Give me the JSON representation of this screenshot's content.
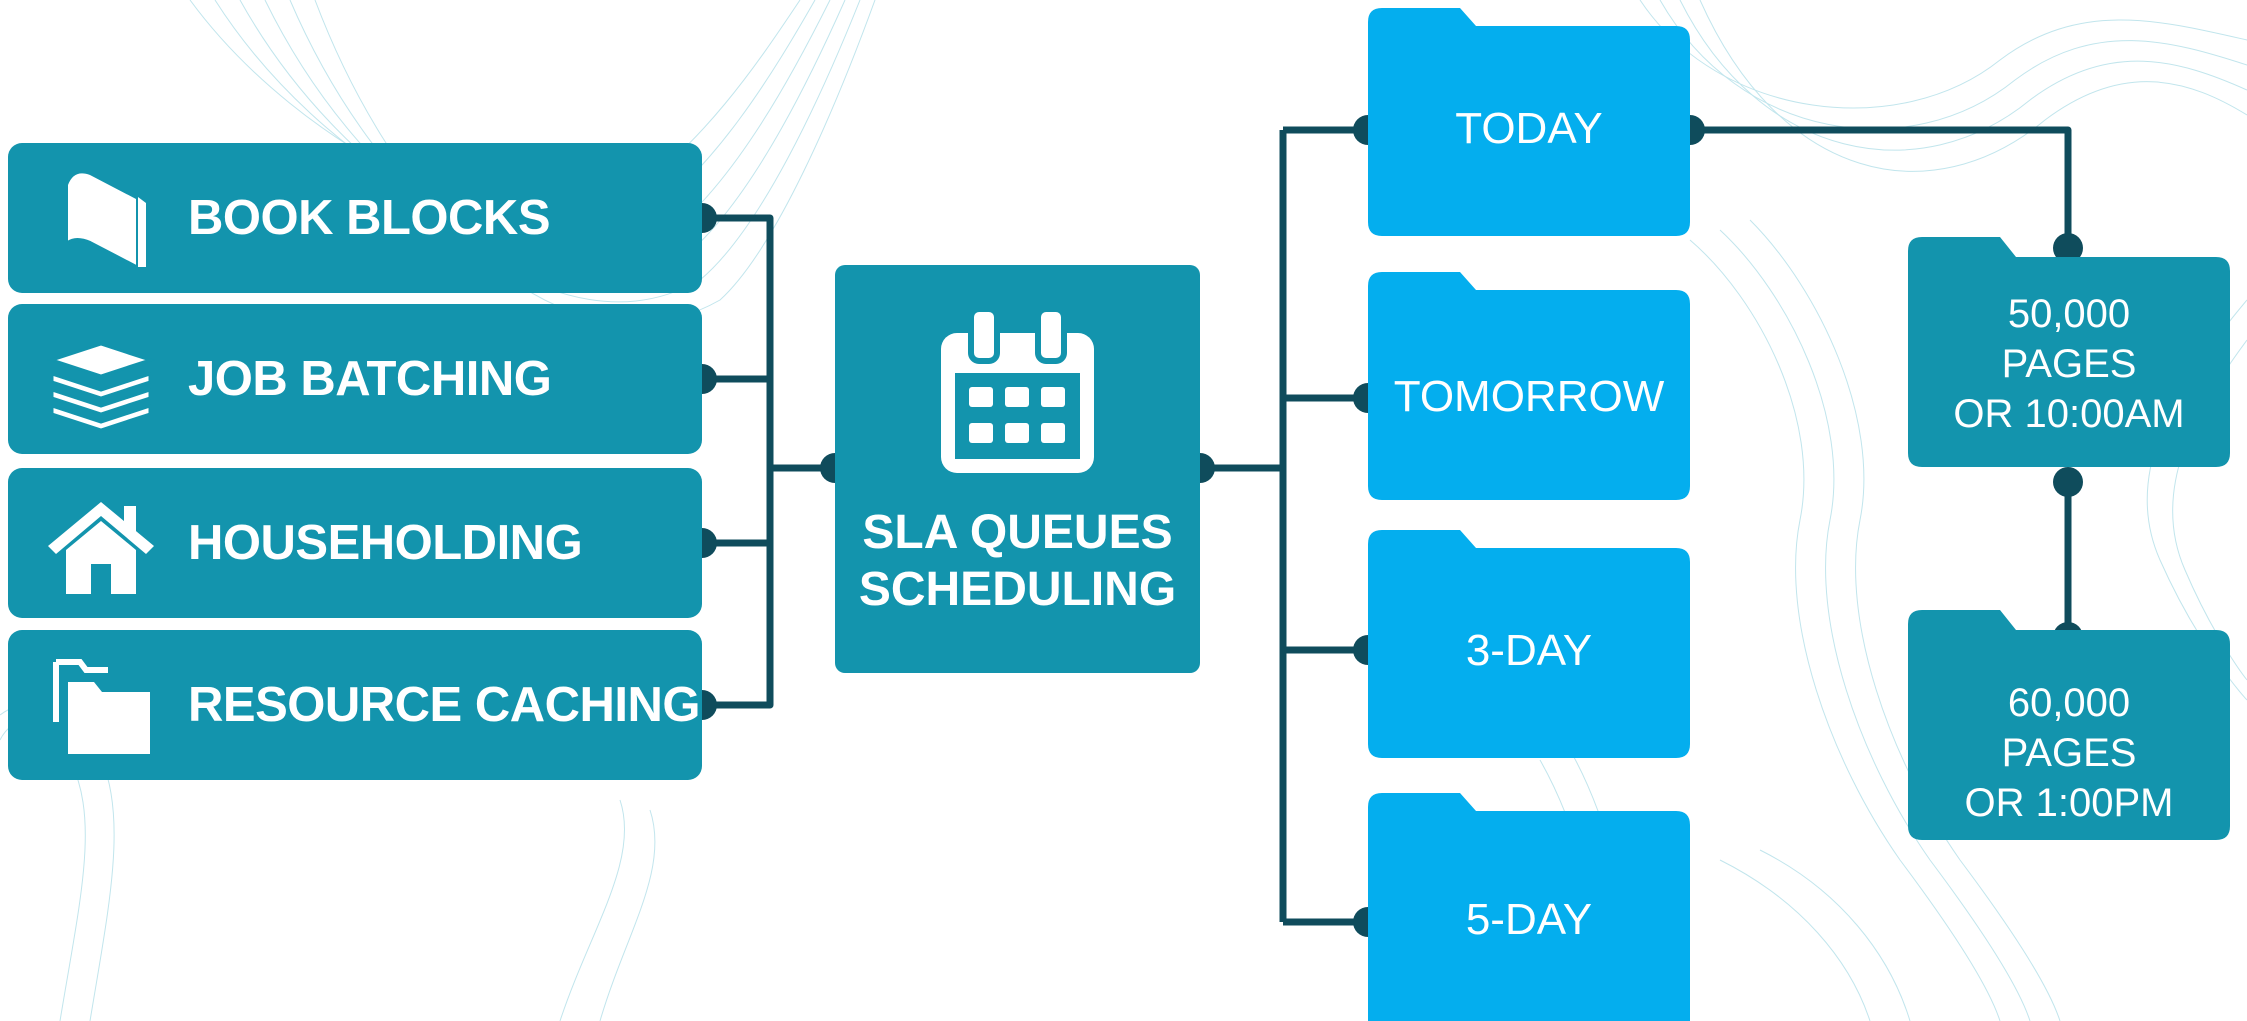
{
  "colors": {
    "feature_bg": "#1394ad",
    "queue_bg": "#04aeee",
    "capacity_bg": "#1394ad",
    "connector": "#0f4c5c",
    "text": "#ffffff"
  },
  "features": [
    {
      "label": "BOOK BLOCKS",
      "icon": "book-icon"
    },
    {
      "label": "JOB BATCHING",
      "icon": "stack-icon"
    },
    {
      "label": "HOUSEHOLDING",
      "icon": "house-icon"
    },
    {
      "label": "RESOURCE CACHING",
      "icon": "folders-icon"
    }
  ],
  "hub": {
    "icon": "calendar-icon",
    "line1": "SLA QUEUES",
    "line2": "SCHEDULING"
  },
  "queues": [
    "TODAY",
    "TOMORROW",
    "3-DAY",
    "5-DAY"
  ],
  "capacity": [
    {
      "line1": "50,000",
      "line2": "PAGES",
      "line3": "OR 10:00AM"
    },
    {
      "line1": "60,000",
      "line2": "PAGES",
      "line3": "OR 1:00PM"
    }
  ]
}
